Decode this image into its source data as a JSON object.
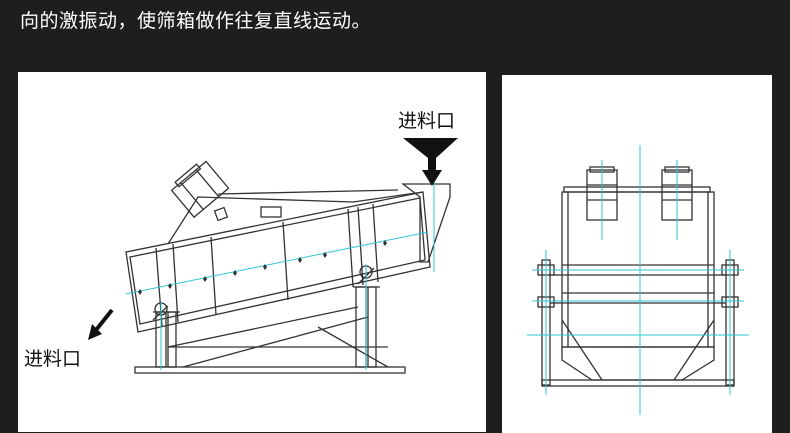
{
  "header": {
    "text": "向的激振动，使筛箱做作往复直线运动。"
  },
  "side_view": {
    "inlet_label": "进料口",
    "outlet_label": "进料口"
  },
  "colors": {
    "background": "#1e1e1e",
    "panel": "#ffffff",
    "line": "#333333",
    "centerline": "#2fc6d6"
  }
}
